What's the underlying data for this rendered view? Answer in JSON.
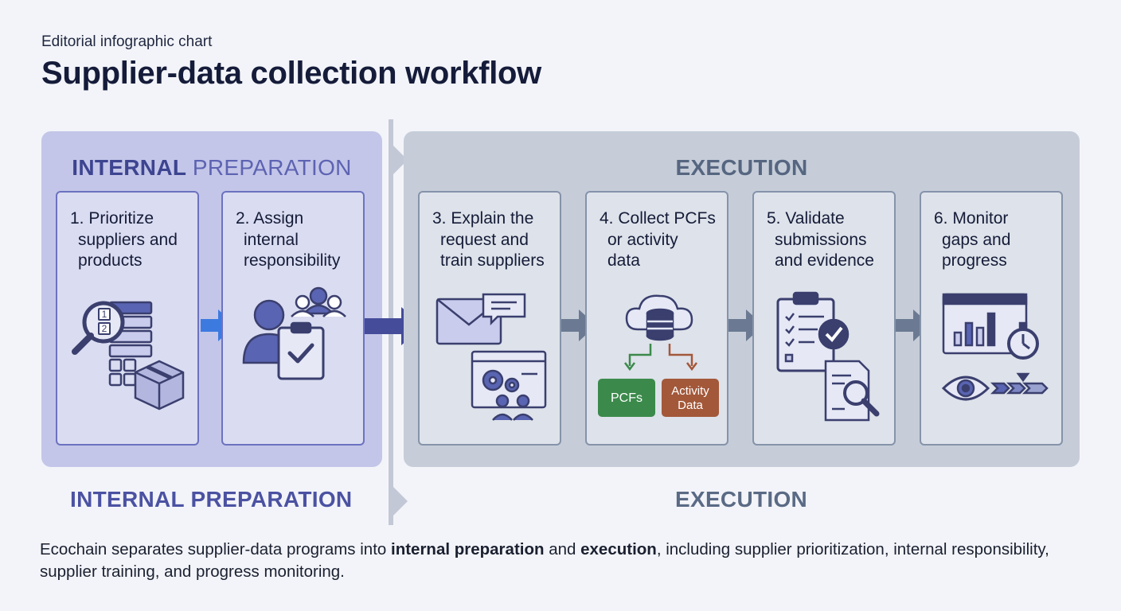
{
  "header": {
    "eyebrow": "Editorial infographic chart",
    "title": "Supplier-data collection workflow"
  },
  "phases": {
    "internal": {
      "label_part1": "INTERNAL",
      "label_part2": "PREPARATION",
      "footer_label": "INTERNAL PREPARATION"
    },
    "execution": {
      "label": "EXECUTION",
      "footer_label": "EXECUTION"
    }
  },
  "steps": [
    {
      "label": "1. Prioritize suppliers and products",
      "lines": [
        "1. Prioritize",
        "suppliers and",
        "products"
      ]
    },
    {
      "label": "2. Assign internal responsibility",
      "lines": [
        "2. Assign",
        "internal",
        "responsibility"
      ]
    },
    {
      "label": "3. Explain the request and train suppliers",
      "lines": [
        "3. Explain the",
        "request and",
        "train suppliers"
      ]
    },
    {
      "label": "4. Collect PCFs or activity data",
      "lines": [
        "4. Collect PCFs",
        "or activity",
        "data"
      ]
    },
    {
      "label": "5. Validate submissions and evidence",
      "lines": [
        "5. Validate",
        "submissions",
        "and evidence"
      ]
    },
    {
      "label": "6. Monitor gaps and progress",
      "lines": [
        "6. Monitor",
        "gaps and",
        "progress"
      ]
    }
  ],
  "icon_labels": {
    "list_numbers": [
      "1",
      "2"
    ],
    "pcfs_badge": "PCFs",
    "activity_badge": "Activity Data",
    "activity_badge_lines": [
      "Activity",
      "Data"
    ]
  },
  "caption": {
    "part1": "Ecochain separates supplier-data programs into ",
    "bold1": "internal preparation",
    "part2": " and ",
    "bold2": "execution",
    "part3": ", including supplier prioritization, internal responsibility, supplier training, and progress monitoring."
  },
  "colors": {
    "internal_panel": "#c3c6e8",
    "execution_panel": "#c6cdd9",
    "icon_dark": "#3a3f6e",
    "icon_blue": "#5964b2",
    "arrow_blue": "#3d7ae0",
    "arrow_indigo": "#454c9a",
    "arrow_slate": "#6b7a92",
    "pcfs_green": "#3b8a4b",
    "activity_brown": "#a3583a"
  }
}
